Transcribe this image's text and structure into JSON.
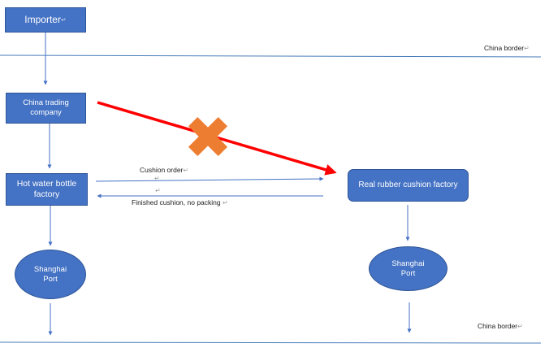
{
  "colors": {
    "node_fill": "#4472c4",
    "connector": "#4472c4",
    "border_line": "#4a7ebb",
    "blocked_arrow": "#ff0000",
    "cross_mark": "#ed7d31"
  },
  "nodes": {
    "importer": "Importer",
    "trading_company": "China trading company",
    "hot_water_factory": "Hot water bottle factory",
    "shanghai_port_left": "Shanghai Port",
    "rubber_factory": "Real rubber cushion factory",
    "shanghai_port_right": "Shanghai Port"
  },
  "borders": {
    "top_label": "China border",
    "bottom_label": "China border"
  },
  "flows": {
    "order_label": "Cushion order",
    "finished_label": "Finished cushion, no packing"
  },
  "blocked_route": {
    "icon": "x-mark-icon"
  },
  "paragraph_mark": "↵"
}
